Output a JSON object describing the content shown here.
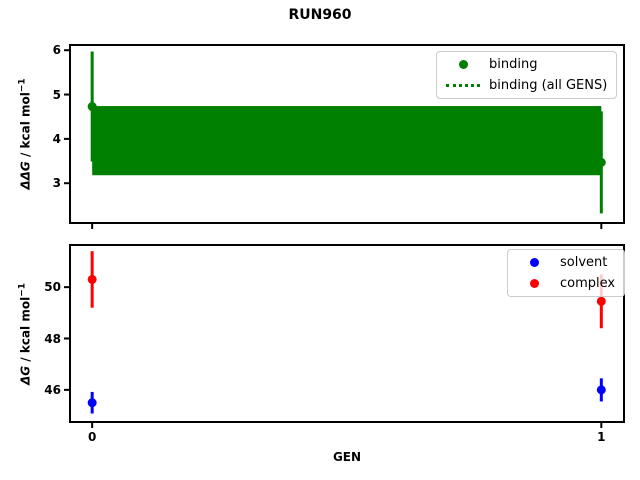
{
  "title": "RUN960",
  "colors": {
    "binding": "#008000",
    "solvent": "#0000ff",
    "complex": "#ff0000",
    "frame": "#000000"
  },
  "chart_data": [
    {
      "type": "errorbar",
      "title": "RUN960",
      "ylabel": {
        "math": "ΔΔG",
        "unit": " / kcal mol",
        "sup": "−1"
      },
      "xlabel": "",
      "ylim": [
        2.08,
        6.14
      ],
      "xlim": [
        -0.0455,
        1.0465
      ],
      "yticks": [
        3,
        4,
        5,
        6
      ],
      "xticks": [
        0,
        1
      ],
      "show_xtick_labels": false,
      "grid": false,
      "legend_position": "upper right",
      "series": [
        {
          "name": "binding",
          "color": "#008000",
          "marker": "circle",
          "x": [
            0,
            1
          ],
          "y": [
            4.73,
            3.47
          ],
          "yerr": [
            1.24,
            1.15
          ]
        }
      ],
      "band": {
        "name": "binding (all GENS)",
        "color": "#008000",
        "style": "dotted",
        "x": [
          0,
          1
        ],
        "center": 3.96,
        "lo": 3.18,
        "hi": 4.74
      },
      "legend": [
        {
          "label": "binding",
          "handle": "dot",
          "color": "#008000"
        },
        {
          "label": "binding (all GENS)",
          "handle": "dotted-line",
          "color": "#008000"
        }
      ]
    },
    {
      "type": "errorbar",
      "ylabel": {
        "math": "ΔG",
        "unit": " / kcal mol",
        "sup": "−1"
      },
      "xlabel": "GEN",
      "ylim": [
        44.71,
        51.68
      ],
      "xlim": [
        -0.0455,
        1.0465
      ],
      "yticks": [
        46,
        48,
        50
      ],
      "xticks": [
        0,
        1
      ],
      "show_xtick_labels": true,
      "grid": false,
      "legend_position": "upper right",
      "series": [
        {
          "name": "solvent",
          "color": "#0000ff",
          "marker": "circle",
          "x": [
            0,
            1
          ],
          "y": [
            45.5,
            46.0
          ],
          "yerr": [
            0.42,
            0.45
          ]
        },
        {
          "name": "complex",
          "color": "#ff0000",
          "marker": "circle",
          "x": [
            0,
            1
          ],
          "y": [
            50.3,
            49.45
          ],
          "yerr": [
            1.1,
            1.05
          ]
        }
      ],
      "legend": [
        {
          "label": "solvent",
          "handle": "dot",
          "color": "#0000ff"
        },
        {
          "label": "complex",
          "handle": "dot",
          "color": "#ff0000"
        }
      ]
    }
  ]
}
